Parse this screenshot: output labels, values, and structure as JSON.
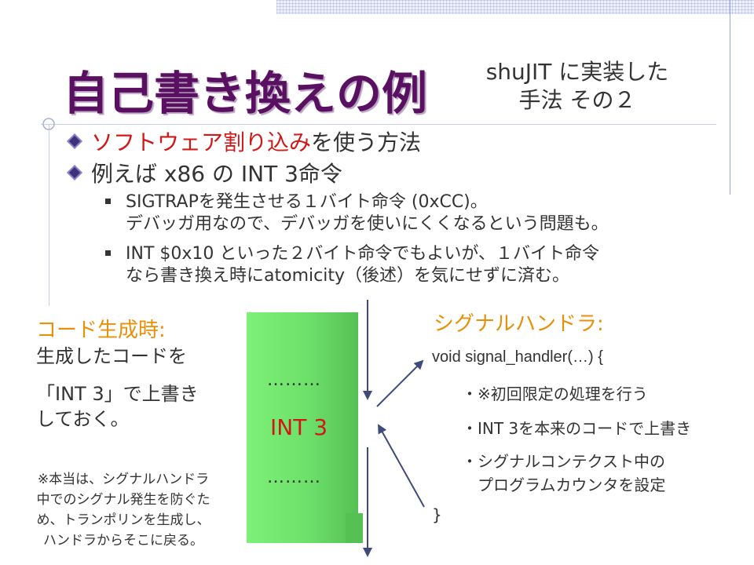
{
  "slide": {
    "title": "自己書き換えの例",
    "subtitle_line1": "shuJIT に実装した",
    "subtitle_line2": "手法 その２",
    "bullets": [
      {
        "highlight": "ソフトウェア割り込み",
        "rest": "を使う方法"
      },
      {
        "text": "例えば x86 の INT 3命令"
      }
    ],
    "sub_bullets": [
      {
        "line1": "SIGTRAPを発生させる１バイト命令 (0xCC)。",
        "line2": "デバッガ用なので、デバッガを使いにくくなるという問題も。"
      },
      {
        "line1": "INT $0x10 といった２バイト命令でもよいが、１バイト命令",
        "line2": "なら書き換え時にatomicity（後述）を気にせずに済む。"
      }
    ],
    "codegen": {
      "heading": "コード生成時:",
      "line1": "生成したコードを",
      "quote": "「INT 3」で上書き",
      "line3": "しておく。"
    },
    "note": {
      "line1": "※本当は、シグナルハンドラ",
      "line2": "中でのシグナル発生を防ぐた",
      "line3": "め、トランポリンを生成し、",
      "line4": "ハンドラからそこに戻る。"
    },
    "code_block": {
      "dots_top": "………",
      "instruction": "INT 3",
      "dots_bottom": "………"
    },
    "handler": {
      "heading": "シグナルハンドラ:",
      "signature": "void signal_handler(…) {",
      "steps": [
        "・※初回限定の処理を行う",
        "・INT 3を本来のコードで上書き",
        "・シグナルコンテクスト中の",
        "　プログラムカウンタを設定"
      ],
      "close": "}"
    }
  },
  "colors": {
    "title": "#5a1060",
    "red": "#d01818",
    "orange": "#e8900a",
    "green": "#6de06a",
    "arrow": "#3e4a7a"
  }
}
